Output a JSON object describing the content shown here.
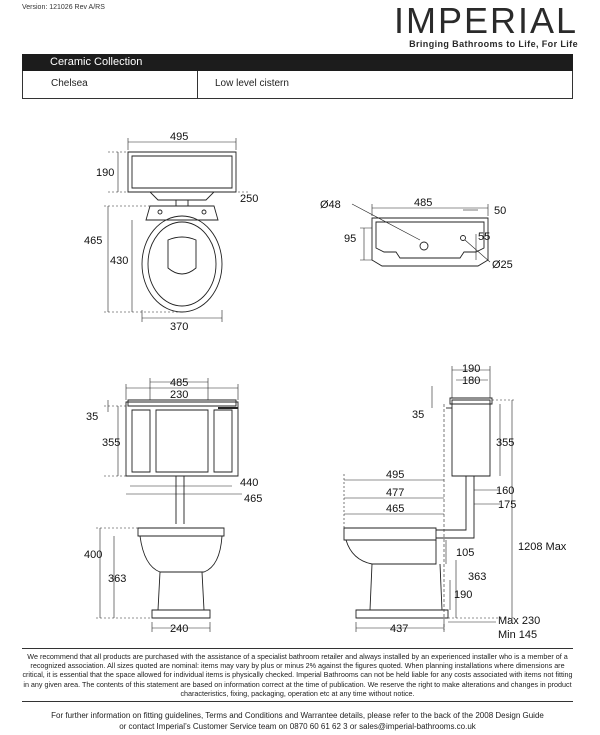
{
  "version": "Version: 121026 Rev A/RS",
  "brand": {
    "name": "IMPERIAL",
    "tagline": "Bringing Bathrooms to Life, For Life"
  },
  "collection": "Ceramic Collection",
  "product": {
    "name": "Chelsea",
    "description": "Low level cistern"
  },
  "dimensions": {
    "d495": "495",
    "d190": "190",
    "d250": "250",
    "d465": "465",
    "d430": "430",
    "d370": "370",
    "d48": "Ø48",
    "d485": "485",
    "d50": "50",
    "d95": "95",
    "d55": "55",
    "d25": "Ø25",
    "d485b": "485",
    "d230": "230",
    "d35": "35",
    "d355": "355",
    "d440": "440",
    "d465b": "465",
    "d400": "400",
    "d363": "363",
    "d240": "240",
    "d190b": "190",
    "d180": "180",
    "d35b": "35",
    "d355b": "355",
    "d495b": "495",
    "d160": "160",
    "d477": "477",
    "d175": "175",
    "d465c": "465",
    "d1208": "1208 Max",
    "d105": "105",
    "d363b": "363",
    "d190c": "190",
    "d437": "437",
    "dmax230": "Max 230",
    "dmin145": "Min 145"
  },
  "disclaimer": "We recommend that all products are purchased with the assistance of a specialist bathroom retailer and always installed by an experienced installer who is a member of a recognized association. All sizes quoted are nominal: items may vary by plus or minus 2% against the figures quoted. When planning installations where dimensions are critical, it is essential that the space allowed for individual items is physically checked. Imperial Bathrooms can not be held liable for any costs associated with items not fitting in any given area. The contents of this statement are based on  information correct at the time of publication. We reserve the right to make alterations and changes in product characteristics, fixing, packaging, operation etc at any time without notice.",
  "footer": {
    "line1": "For further information on fitting guidelines, Terms and Conditions and Warrantee details, please refer to the back of the 2008 Design Guide",
    "line2": "or contact Imperial’s Customer Service team on 0870 60 61 62 3 or sales@imperial-bathrooms.co.uk"
  }
}
